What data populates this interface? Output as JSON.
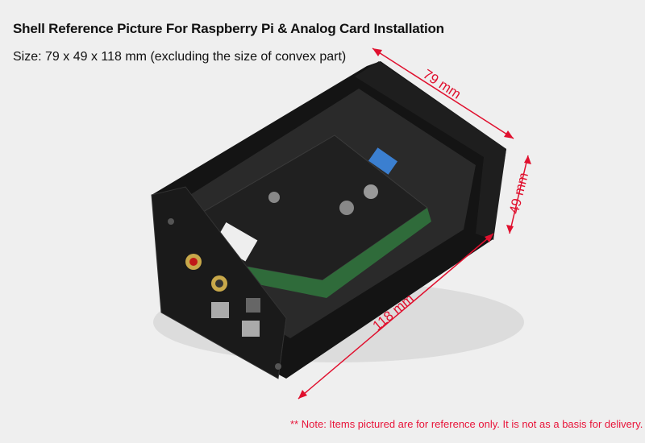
{
  "title": "Shell Reference Picture For Raspberry Pi & Analog Card Installation",
  "size_text": "Size: 79 x 49 x 118 mm (excluding the size of convex part)",
  "dimensions": {
    "width": "79 mm",
    "height": "49 mm",
    "length": "118 mm"
  },
  "note": "** Note: Items pictured are for reference only. It is not as a basis for delivery.",
  "colors": {
    "annotation": "#e0102e",
    "note": "#e8153a",
    "background": "#efefef"
  }
}
